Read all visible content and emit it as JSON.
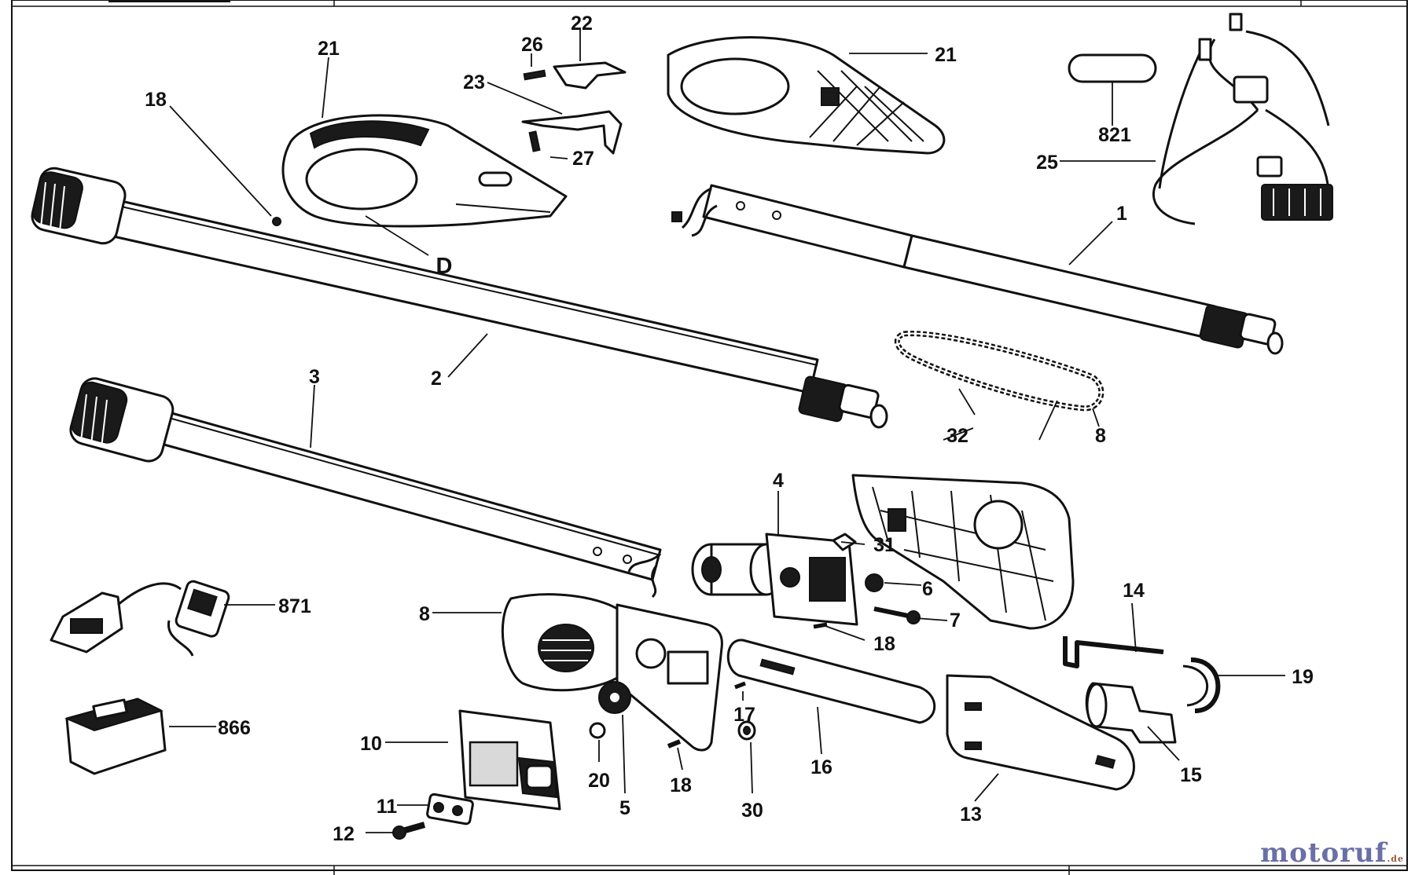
{
  "diagram": {
    "callouts": [
      "1",
      "2",
      "3",
      "4",
      "5",
      "6",
      "7",
      "8",
      "8",
      "10",
      "11",
      "12",
      "13",
      "14",
      "15",
      "16",
      "17",
      "18",
      "18",
      "18",
      "19",
      "20",
      "21",
      "21",
      "22",
      "23",
      "25",
      "26",
      "27",
      "30",
      "31",
      "32",
      "821",
      "866",
      "871",
      "D"
    ]
  },
  "watermark": {
    "text": "motoruf",
    "suffix": ".de"
  }
}
